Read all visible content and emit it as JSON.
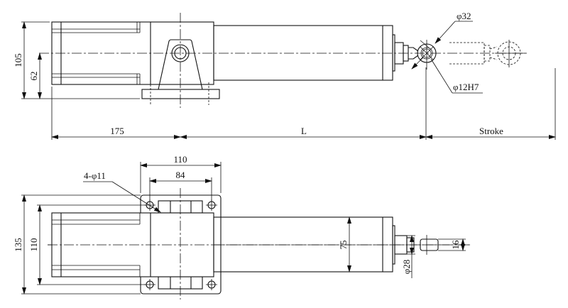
{
  "title": "Electric linear actuator with trunnion mount - dimension drawing",
  "side_view": {
    "dims": {
      "height_total": "105",
      "height_axis": "62",
      "mount_offset": "175",
      "length": "L",
      "stroke": "Stroke"
    },
    "callouts": {
      "eye_outer": "φ32",
      "eye_bore": "φ12H7"
    }
  },
  "top_view": {
    "dims": {
      "plate_width": "110",
      "hole_spacing": "84",
      "plate_height": "135",
      "hole_spacing_vertical": "110",
      "tube_diameter": "75",
      "rod_diameter": "φ28",
      "eye_width": "16"
    },
    "callouts": {
      "holes": "4-φ11"
    }
  }
}
